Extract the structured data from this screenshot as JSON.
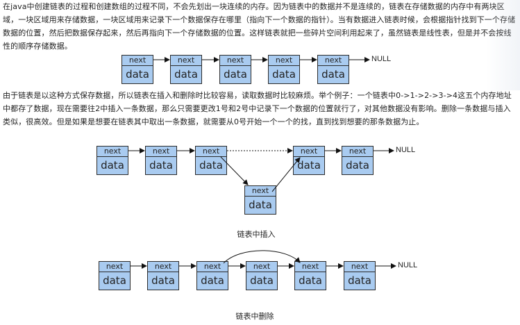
{
  "paragraph1": "在java中创建链表的过程和创建数组的过程不同，不会先划出一块连续的内存。因为链表中的数据并不是连续的，链表在存储数据的内存中有两块区域，一块区域用来存储数据，一块区域用来记录下一个数据保存在哪里（指向下一个数据的指针）。当有数据进入链表时候，会根据指针找到下一个存储数据的位置，然后把数据保存起来，然后再指向下一个存储数据的位置。这样链表就把一些碎片空间利用起来了，虽然链表是线性表，但是并不会按线性的顺序存储数据。",
  "paragraph2": "由于链表是以这种方式保存数据，所以链表在插入和删除时比较容易，读取数据时比较麻烦。举个例子：一个链表中0->1->2->3->4这五个内存地址中都存了数据，现在需要往2中插入一条数据，那么只需要更改1号和2号中记录下一个数据的位置就行了，对其他数据没有影响。删除一条数据与插入类似，很高效。但是如果是想要在链表其中取出一条数据，就需要从0号开始一个一个的找，直到找到想要的那条数据为止。",
  "node": {
    "next_label": "next",
    "data_label": "data"
  },
  "null_label": "NULL",
  "diagram_insert": {
    "caption": "链表中插入"
  },
  "diagram_delete": {
    "caption": "链表中删除"
  }
}
